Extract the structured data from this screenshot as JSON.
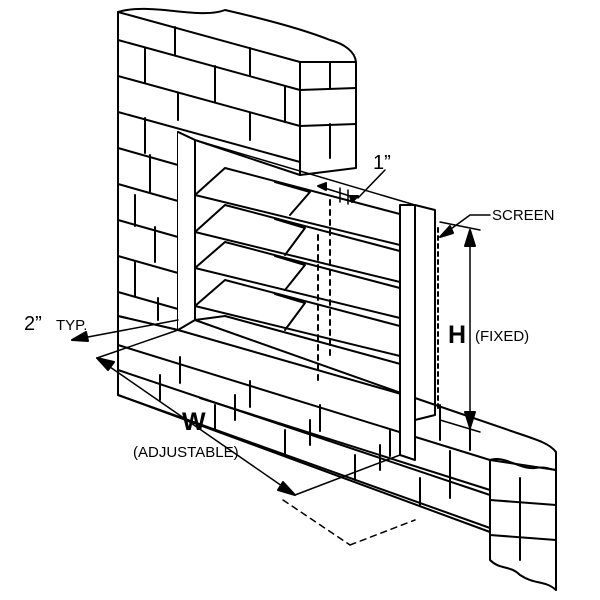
{
  "labels": {
    "slat_gap_top": "1”",
    "screen": "SCREEN",
    "height_symbol": "H",
    "height_note": "(FIXED)",
    "typ_value": "2”",
    "typ_note": "TYP.",
    "width_symbol": "W",
    "width_note": "(ADJUSTABLE)"
  },
  "colors": {
    "ink": "#000000",
    "paper": "#ffffff"
  }
}
